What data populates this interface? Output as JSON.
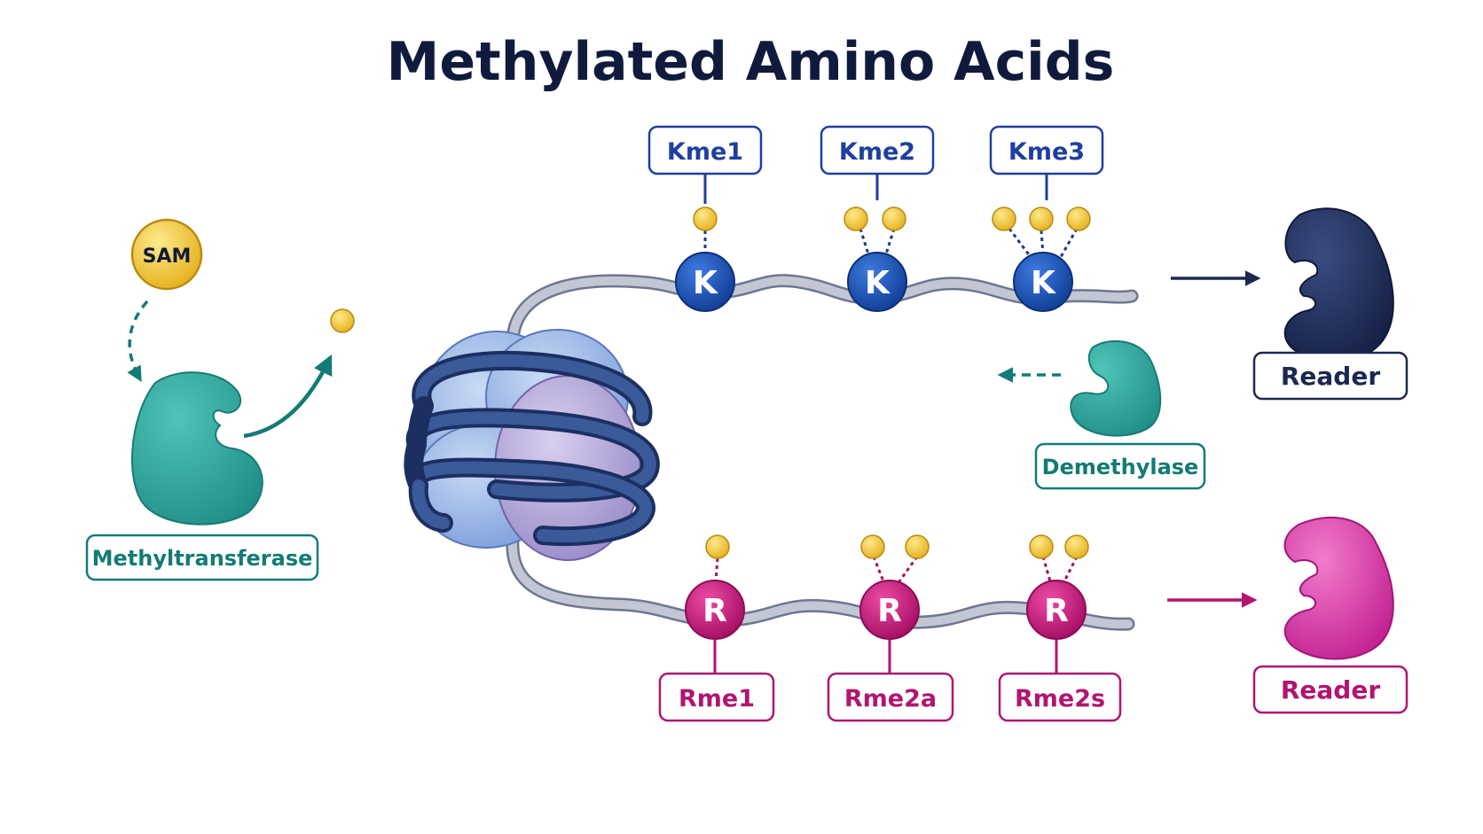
{
  "title": "Methylated Amino Acids",
  "colors": {
    "title": "#0f1a3d",
    "lysine": "#1a4fae",
    "lysine_label": "#1e3f9e",
    "arginine": "#c8177e",
    "arginine_label": "#b01570",
    "enzyme_teal": "#2aa39a",
    "teal_text": "#127b76",
    "reader_navy": "#1b2852",
    "reader_magenta": "#d93aa6",
    "methyl": "#f3c93a",
    "tail": "#b9bdca",
    "dna": "#2e4a85"
  },
  "sam": {
    "label": "SAM"
  },
  "methyltransferase": {
    "label": "Methyltransferase"
  },
  "demethylase": {
    "label": "Demethylase"
  },
  "lysine_residues": [
    {
      "letter": "K",
      "label": "Kme1",
      "methyls": 1
    },
    {
      "letter": "K",
      "label": "Kme2",
      "methyls": 2
    },
    {
      "letter": "K",
      "label": "Kme3",
      "methyls": 3
    }
  ],
  "arginine_residues": [
    {
      "letter": "R",
      "label": "Rme1",
      "methyls": 1
    },
    {
      "letter": "R",
      "label": "Rme2a",
      "methyls": 2
    },
    {
      "letter": "R",
      "label": "Rme2s",
      "methyls": 2
    }
  ],
  "readers": {
    "lysine": {
      "label": "Reader"
    },
    "arginine": {
      "label": "Reader"
    }
  }
}
